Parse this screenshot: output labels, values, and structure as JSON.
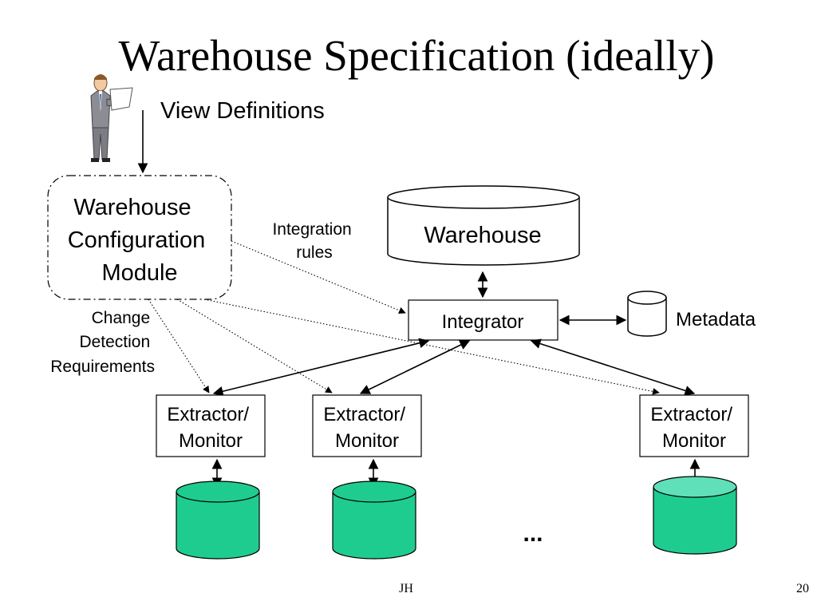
{
  "slide": {
    "title": "Warehouse Specification (ideally)",
    "footer_center": "JH",
    "page_number": "20"
  },
  "labels": {
    "view_definitions": "View Definitions",
    "config_module": [
      "Warehouse",
      "Configuration",
      "Module"
    ],
    "integration_rules": [
      "Integration",
      "rules"
    ],
    "change_detection": [
      "Change",
      "Detection",
      "Requirements"
    ],
    "warehouse": "Warehouse",
    "integrator": "Integrator",
    "metadata": "Metadata",
    "extractors": [
      [
        "Extractor/",
        "Monitor"
      ],
      [
        "Extractor/",
        "Monitor"
      ],
      [
        "Extractor/",
        "Monitor"
      ]
    ],
    "ellipsis": "..."
  },
  "colors": {
    "source_db": "#1fcc8f",
    "source_db_top": "#5fe0b8"
  },
  "icons": {
    "person": "person-with-document-icon"
  }
}
